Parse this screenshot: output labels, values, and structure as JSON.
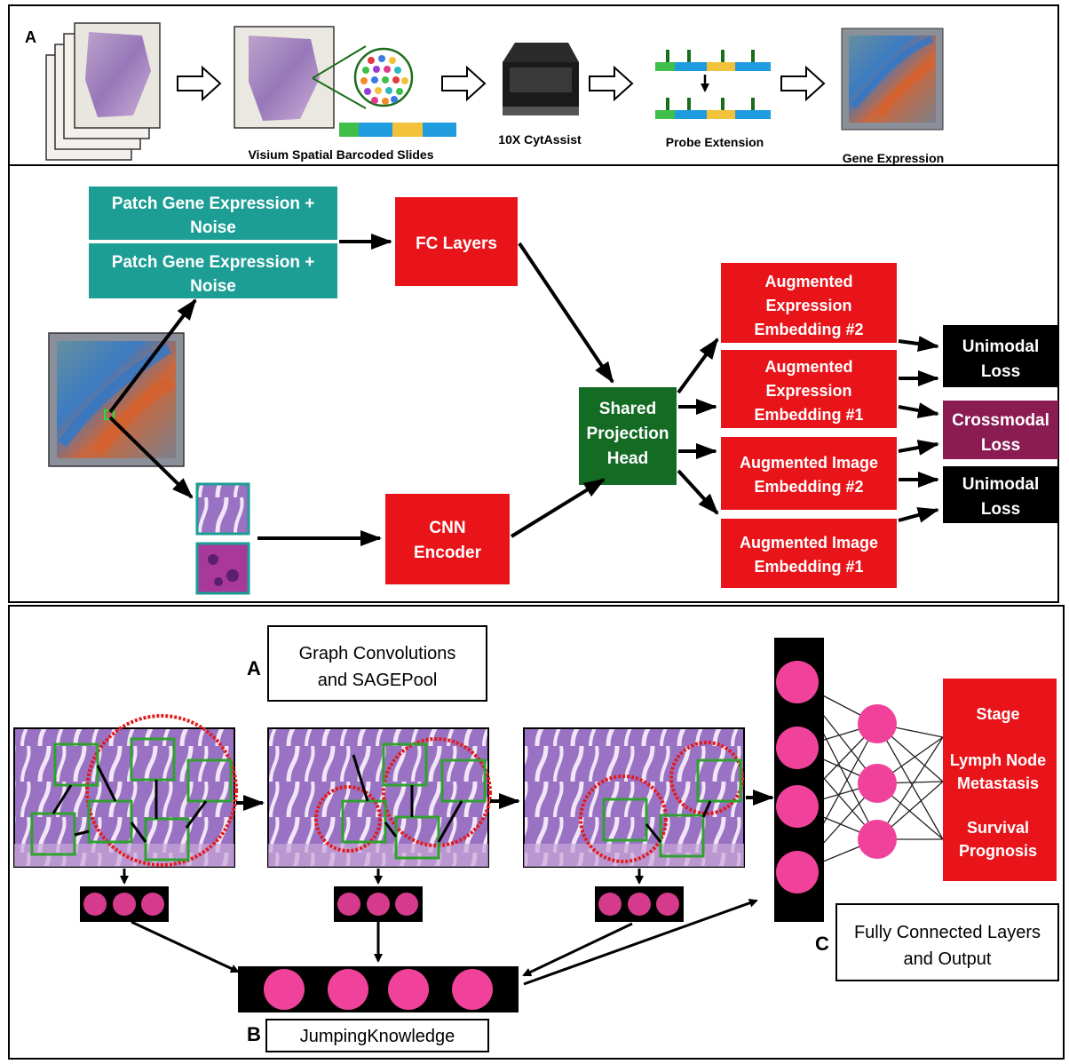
{
  "colors": {
    "teal": "#1c9e95",
    "red": "#e8141a",
    "dark_green": "#136b24",
    "purple": "#8a1c52",
    "black": "#000000",
    "pink": "#f0429a",
    "node_pink": "#d63a8c",
    "tissue_purple": "#8e6bb5",
    "barcode_colors": [
      "#3fbf4a",
      "#1f9be0",
      "#f2c33a",
      "#1f9be0"
    ]
  },
  "panel1": {
    "letter": "A",
    "visium_label": "Visium Spatial Barcoded Slides",
    "cytassist_label": "10X CytAssist",
    "probe_label": "Probe Extension",
    "gene_expr_label": "Gene Expression"
  },
  "panel2": {
    "patch_gene_expr_1": [
      "Patch Gene Expression +",
      "Noise"
    ],
    "patch_gene_expr_2": [
      "Patch Gene Expression +",
      "Noise"
    ],
    "fc_layers": "FC Layers",
    "cnn_encoder": [
      "CNN",
      "Encoder"
    ],
    "shared_head": [
      "Shared",
      "Projection",
      "Head"
    ],
    "aug_expr_2": [
      "Augmented",
      "Expression",
      "Embedding #2"
    ],
    "aug_expr_1": [
      "Augmented",
      "Expression",
      "Embedding #1"
    ],
    "aug_img_2": [
      "Augmented Image",
      "Embedding #2"
    ],
    "aug_img_1": [
      "Augmented Image",
      "Embedding #1"
    ],
    "unimodal_1": [
      "Unimodal",
      "Loss"
    ],
    "crossmodal": [
      "Crossmodal",
      "Loss"
    ],
    "unimodal_2": [
      "Unimodal",
      "Loss"
    ]
  },
  "panel3": {
    "letter_a": "A",
    "graph_conv": [
      "Graph Convolutions",
      "and SAGEPool"
    ],
    "letter_b": "B",
    "jumping": "JumpingKnowledge",
    "letter_c": "C",
    "fc_output": [
      "Fully Connected Layers",
      "and Output"
    ],
    "outputs": [
      "Stage",
      "Lymph Node",
      "Metastasis",
      "Survival",
      "Prognosis"
    ]
  }
}
